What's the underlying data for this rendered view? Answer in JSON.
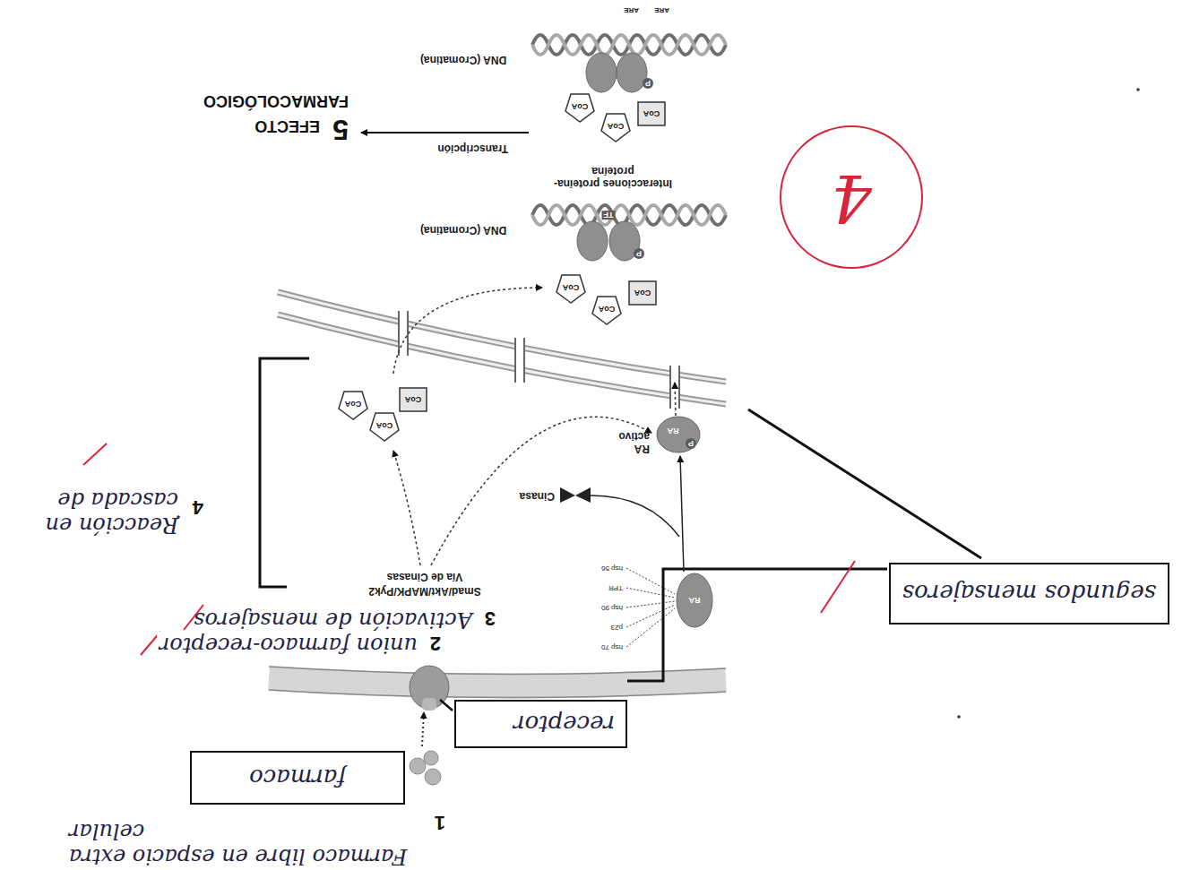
{
  "diagram": {
    "nodes": [
      {
        "text": [
          "farmaco"
        ]
      },
      {
        "text": [
          "receptor"
        ]
      },
      {
        "text": [
          "segundos mensajeros"
        ]
      },
      {
        "text": [
          "4"
        ]
      }
    ],
    "labels": [
      "1",
      "Farmaco libre en espacio extra celular",
      "2",
      "union farmaco-receptor",
      "3",
      "Activación de mensajeros",
      "Smad/Akt/MAPK/Pyk2",
      "Vía de Cinasas",
      "4",
      "Reacción en cascada de",
      "Cinasa",
      "RA",
      "hsp 70",
      "p23",
      "hsp 90",
      "TPR",
      "hsp 56",
      "P",
      "RA",
      "RA activo",
      "CoA",
      "CoA",
      "CoA",
      "CoA",
      "CoA",
      "CoA",
      "P",
      "TF",
      "DNA (Cromatina)",
      "Interacciones proteína-proteína",
      "Transcripción",
      "5",
      "EFECTO",
      "FARMACOLÓGICO",
      "CoA",
      "CoA",
      "CoA",
      "P",
      "DNA (Cromatina)",
      "ARE",
      "ARE"
    ]
  }
}
